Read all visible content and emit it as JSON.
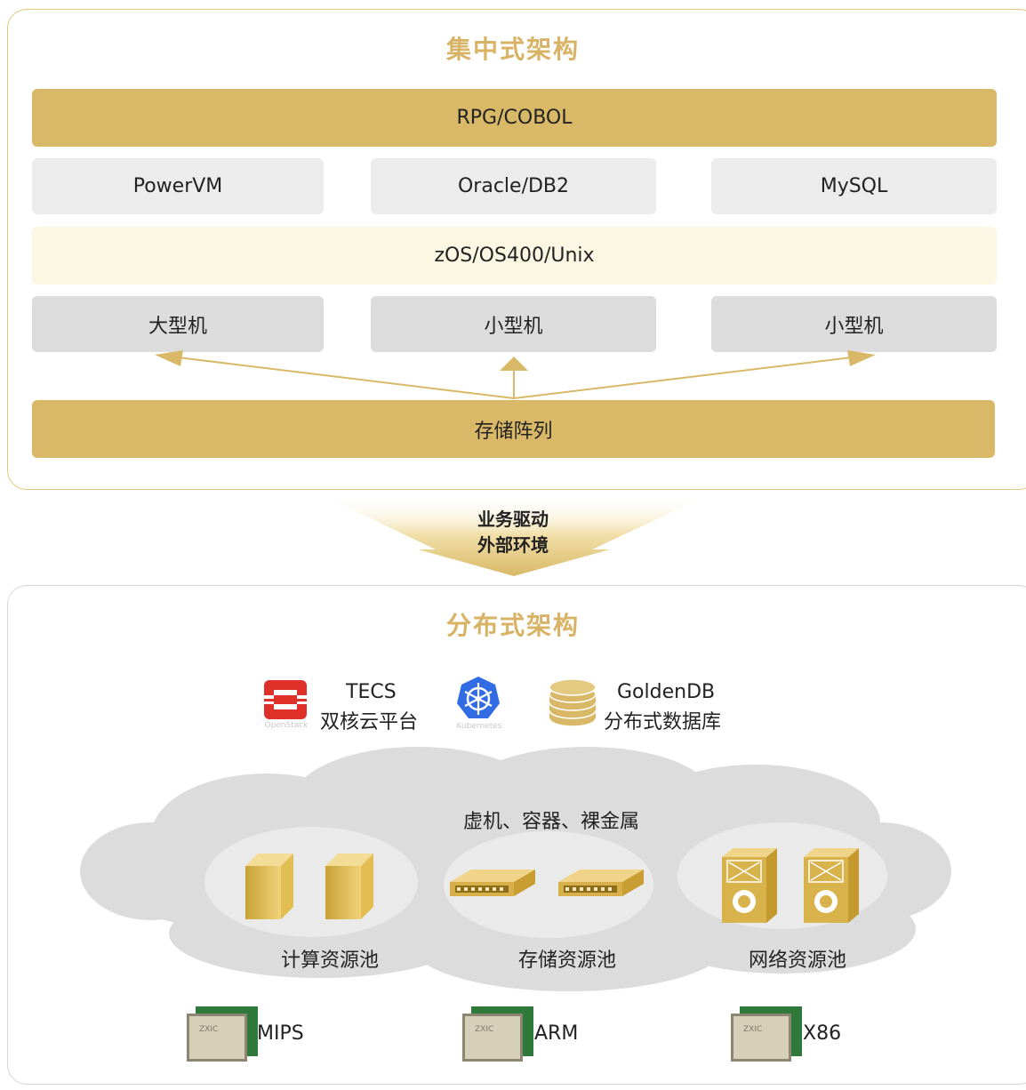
{
  "centralized": {
    "title": "集中式架构",
    "rpg": "RPG/COBOL",
    "software": [
      "PowerVM",
      "Oracle/DB2",
      "MySQL"
    ],
    "os": "zOS/OS400/Unix",
    "hardware": [
      "大型机",
      "小型机",
      "小型机"
    ],
    "storage": "存储阵列"
  },
  "transition": {
    "line1": "业务驱动",
    "line2": "外部环境"
  },
  "distributed": {
    "title": "分布式架构",
    "openstack_logo_text": "OpenStack",
    "tecs_line1": "TECS",
    "tecs_line2": "双核云平台",
    "kubernetes_logo_text": "Kubernetes",
    "goldendb_line1": "GoldenDB",
    "goldendb_line2": "分布式数据库",
    "cloud_label": "虚机、容器、裸金属",
    "pools": [
      "计算资源池",
      "存储资源池",
      "网络资源池"
    ],
    "chips": [
      "MIPS",
      "ARM",
      "X86"
    ],
    "chip_logo_text": "ZXIC"
  },
  "colors": {
    "gold": "#d9b967",
    "title_gold": "#d8b366",
    "cream": "#fbf7e2",
    "light_grey": "#ececec",
    "mid_grey": "#dcdcdc",
    "openstack_red": "#e0302a",
    "kubernetes_blue": "#326ce5"
  }
}
